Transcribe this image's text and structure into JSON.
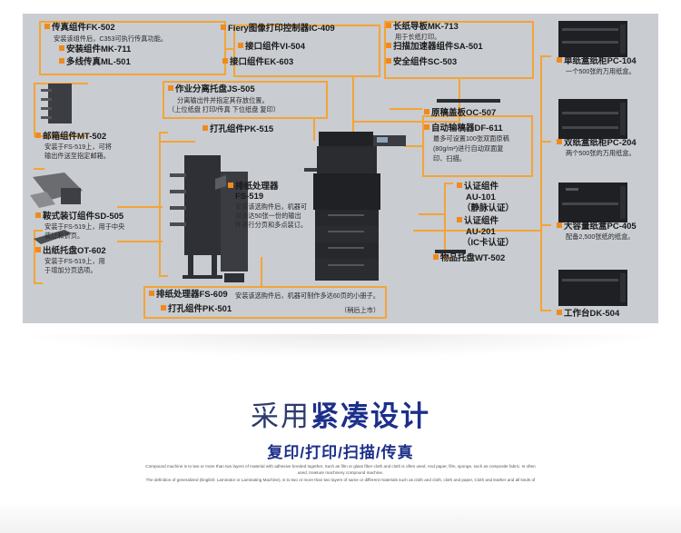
{
  "labels": {
    "fk502": {
      "title": "传真组件FK-502",
      "desc": "安装该组件后，C353可执行传真功能。"
    },
    "mk711": {
      "title": "安装组件MK-711"
    },
    "ml501": {
      "title": "多线传真ML-501"
    },
    "ic409": {
      "title": "Fiery图像打印控制器IC-409"
    },
    "vi504": {
      "title": "接口组件VI-504"
    },
    "ek603": {
      "title": "接口组件EK-603"
    },
    "mk713": {
      "title": "长纸导板MK-713",
      "desc": "用于长纸打印。"
    },
    "sa501": {
      "title": "扫描加速器组件SA-501"
    },
    "sc503": {
      "title": "安全组件SC-503"
    },
    "pc104": {
      "title": "单纸盒纸柜PC-104",
      "desc": "一个500张的万用纸盒。"
    },
    "pc204": {
      "title": "双纸盒纸柜PC-204",
      "desc": "两个500张的万用纸盒。"
    },
    "pc405": {
      "title": "大容量纸盒PC-405",
      "desc": "配备2,500张纸的纸盒。"
    },
    "dk504": {
      "title": "工作台DK-504"
    },
    "js505": {
      "title": "作业分离托盘JS-505",
      "desc1": "分离输出件并指定其存放位置。",
      "desc2": "（上位纸盘 打印/传真 下位纸盘 复印）"
    },
    "mt502": {
      "title": "邮箱组件MT-502",
      "desc1": "安装于FS-519上，可将",
      "desc2": "输出件送至指定邮箱。"
    },
    "pk515": {
      "title": "打孔组件PK-515"
    },
    "fs519": {
      "title1": "排纸处理器",
      "title2": "FS-519",
      "desc1": "安装该选购件后，机器可",
      "desc2": "对多达50张一份的输出",
      "desc3": "件进行分页和多点装订。"
    },
    "oc507": {
      "title": "原稿盖板OC-507"
    },
    "df611": {
      "title": "自动输稿器DF-611",
      "desc1": "最多可设置100张双面原稿",
      "desc2": "(80g/m²)进行自动双面复",
      "desc3": "印、扫描。"
    },
    "sd505": {
      "title": "鞍式装订组件SD-505",
      "desc1": "安装于FS-519上，用于中央",
      "desc2": "装订和折页。"
    },
    "au101": {
      "title1": "认证组件",
      "title2": "AU-101",
      "title3": "（静脉认证）"
    },
    "au201": {
      "title1": "认证组件",
      "title2": "AU-201",
      "title3": "（IC卡认证）"
    },
    "ot602": {
      "title": "出纸托盘OT-602",
      "desc1": "安装于FS-519上，用",
      "desc2": "于增加分页选项。"
    },
    "wt502": {
      "title": "物品托盘WT-502"
    },
    "fs609": {
      "title": "排纸处理器FS-609",
      "desc": "安装该选购件后，机器可制作多达60页的小册子。"
    },
    "pk501": {
      "title": "打孔组件PK-501",
      "note": "（稍后上市）"
    }
  },
  "heading": {
    "thin": "采用",
    "bold": "紧凑设计"
  },
  "subheading": "复印/打印/扫描/传真",
  "fine_print": [
    "Compound machine is to two or more than two layers of material with adhesive bonded together. Such as film or glass fiber cloth and cloth is often used. And paper, film, sponge, such as composite fabric. Is often",
    "used, treasure machinery compound machine.",
    "The definition of generalized (English: Laminator or Laminating Machine), is to two or more than two layers of same or different materials such as cloth and cloth, cloth and paper, Cloth and leather and all kinds of"
  ],
  "colors": {
    "accent": "#f4a436",
    "bullet": "#f08a1c",
    "panel": "#c9ccd1",
    "heading": "#1c2f8a"
  }
}
